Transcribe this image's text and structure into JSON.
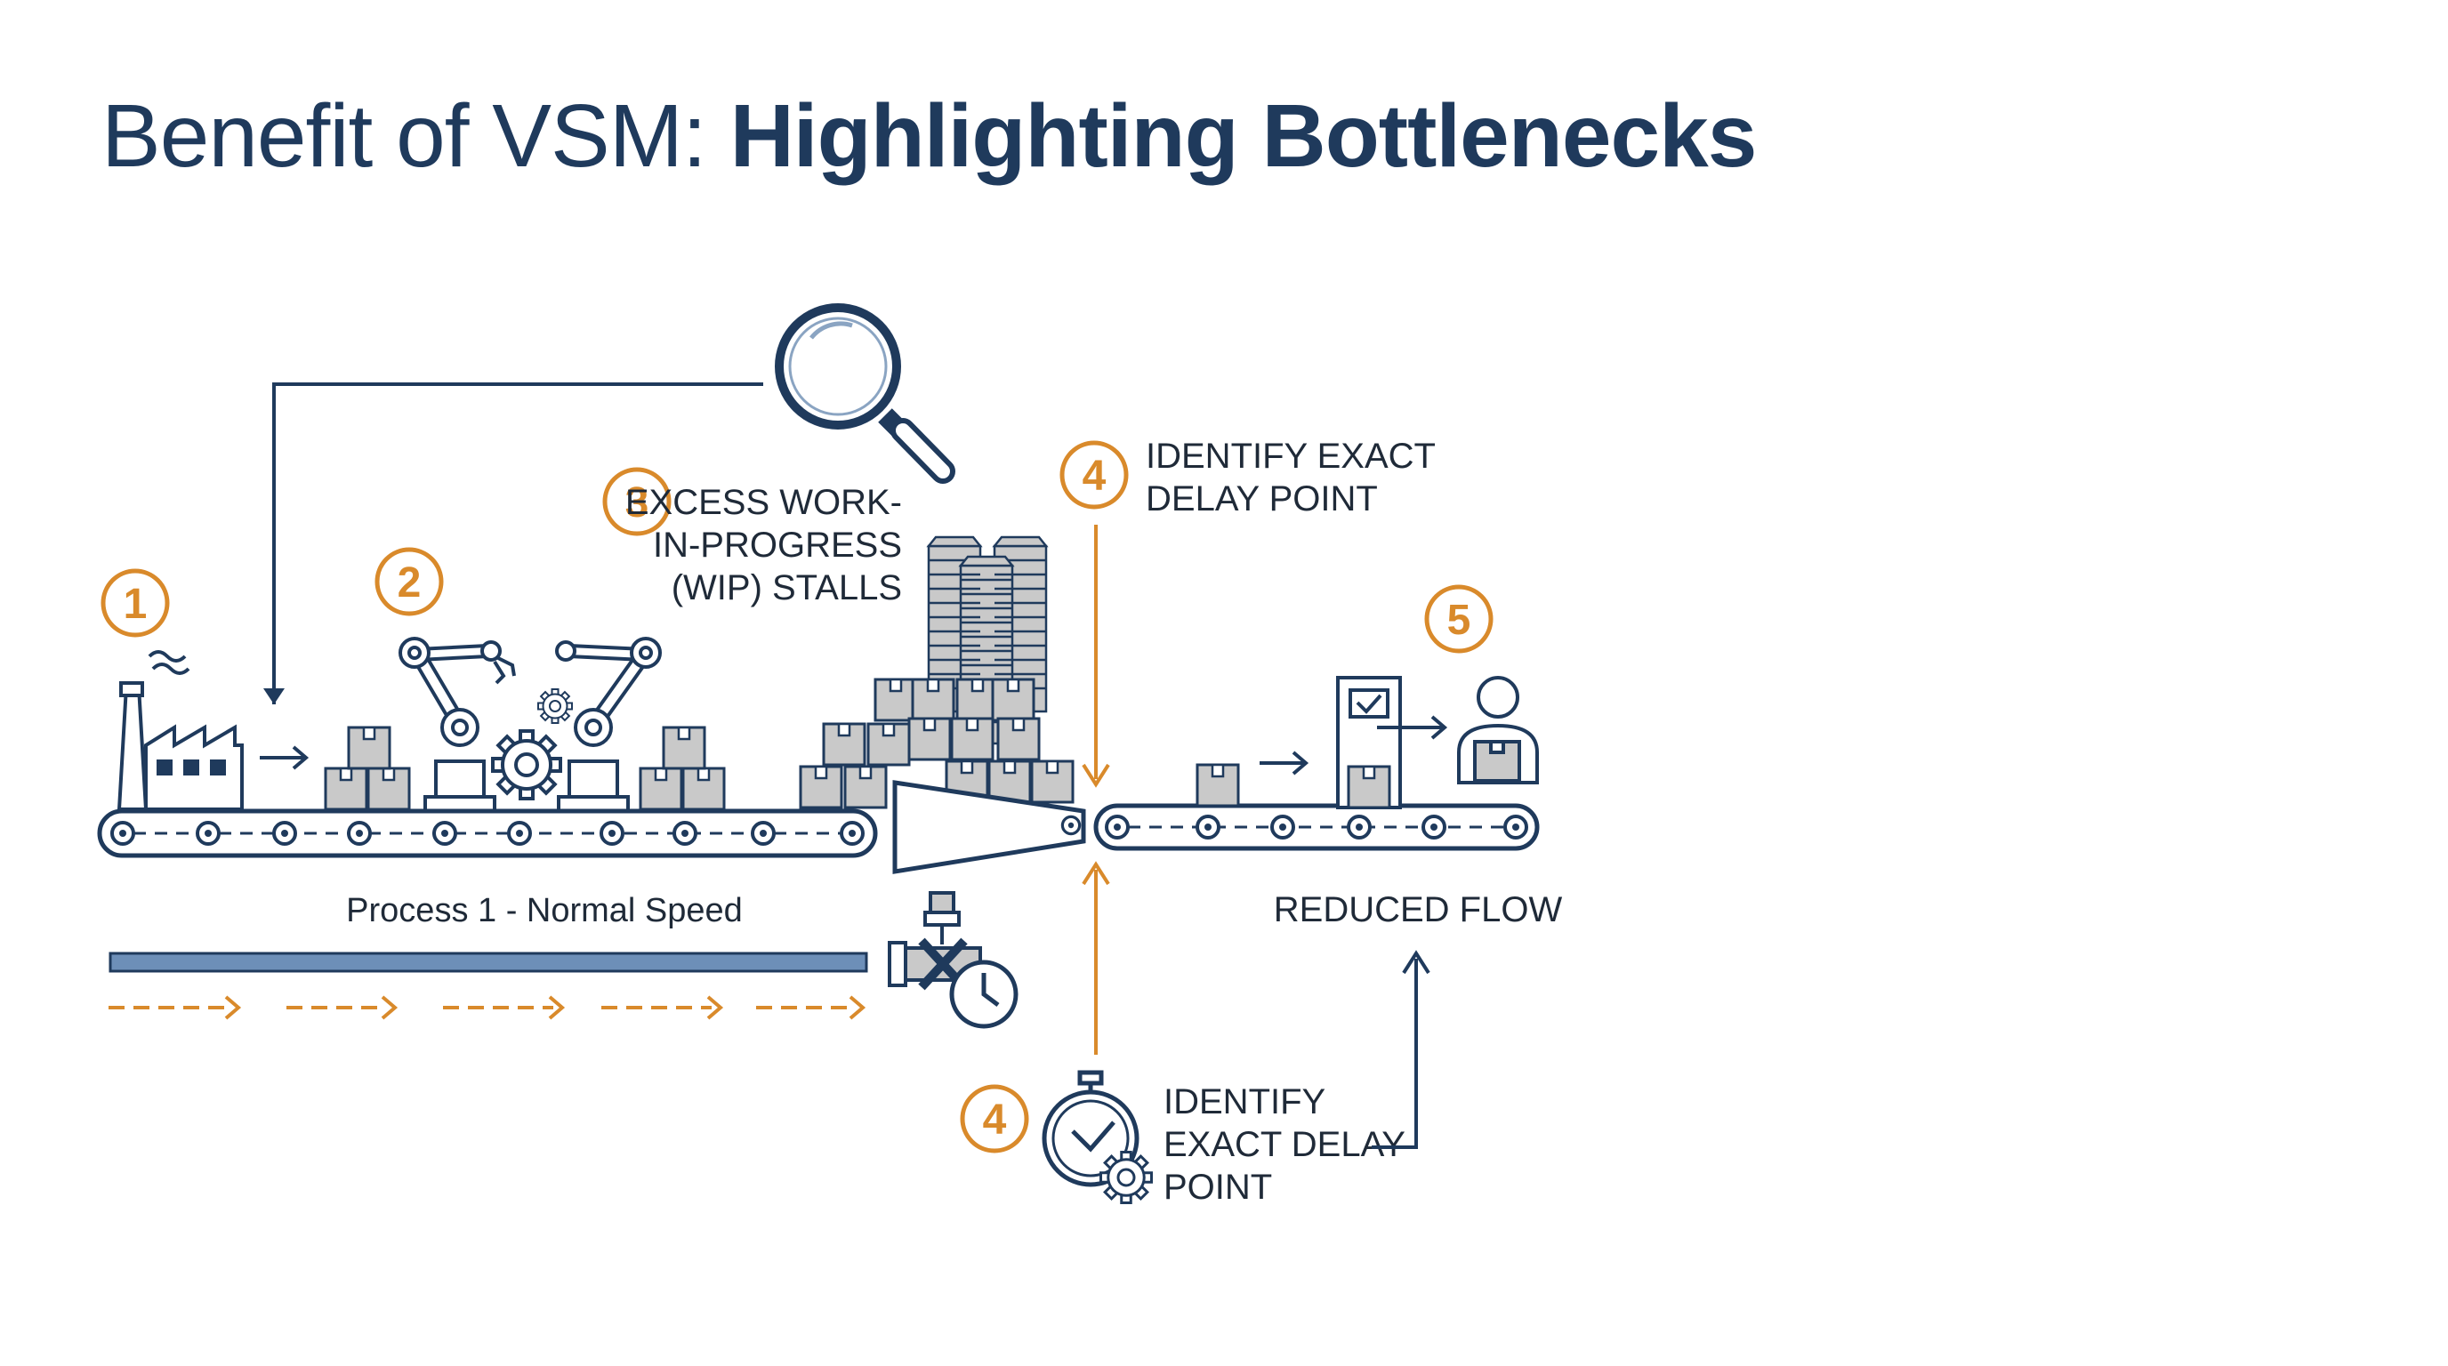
{
  "title": {
    "prefix": "Benefit of VSM: ",
    "emphasis": "Highlighting Bottlenecks"
  },
  "colors": {
    "navy": "#1f3a5c",
    "orange": "#d98a2b",
    "gray_box": "#c9c9c9",
    "belt_bar": "#6d8fb8"
  },
  "steps": [
    {
      "number": "1"
    },
    {
      "number": "2"
    },
    {
      "number": "3",
      "lines": [
        "EXCESS WORK-",
        "IN-PROGRESS",
        "(WIP) STALLS"
      ]
    },
    {
      "number": "4",
      "lines": [
        "IDENTIFY EXACT",
        "DELAY POINT"
      ]
    },
    {
      "number": "5"
    },
    {
      "number": "4",
      "lines": [
        "IDENTIFY",
        "EXACT DELAY",
        "POINT"
      ]
    }
  ],
  "labels": {
    "process": "Process 1 - Normal Speed",
    "reduced_flow": "REDUCED FLOW"
  },
  "icons": {
    "magnifier": "magnifier-icon",
    "factory": "factory-icon",
    "robot_arm": "robot-arm-icon",
    "gear": "gear-icon",
    "valve": "valve-icon",
    "clock": "clock-icon",
    "stopwatch": "stopwatch-icon",
    "workstation": "workstation-icon",
    "worker": "worker-icon"
  }
}
